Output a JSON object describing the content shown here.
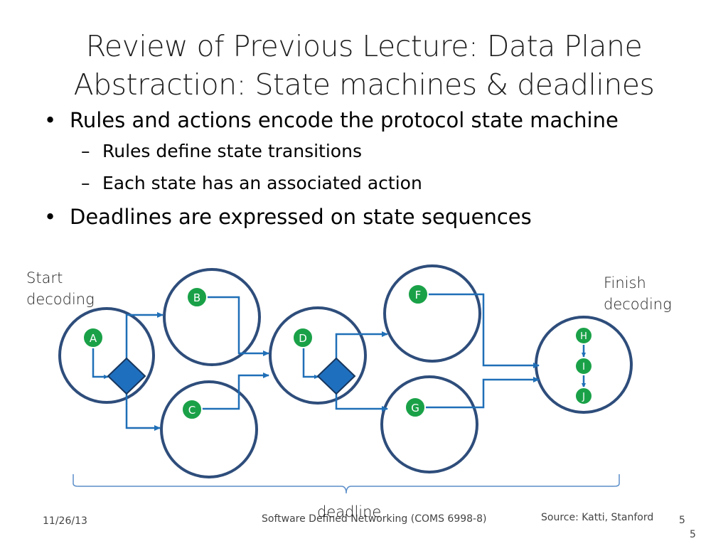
{
  "slide": {
    "title_line1": "Review of Previous Lecture: Data Plane",
    "title_line2": "Abstraction: State machines & deadlines",
    "bullets": [
      {
        "text": "Rules and actions encode the protocol state machine",
        "level": 1,
        "marker": "•"
      },
      {
        "text": "Rules define state transitions",
        "level": 2,
        "marker": "–"
      },
      {
        "text": "Each state has an associated action",
        "level": 2,
        "marker": "–"
      },
      {
        "text": "Deadlines are expressed on state sequences",
        "level": 1,
        "marker": "•"
      }
    ]
  },
  "diagram": {
    "start_label_line1": "Start",
    "start_label_line2": "decoding",
    "finish_label_line1": "Finish",
    "finish_label_line2": "decoding",
    "deadline_label": "deadline",
    "nodes": [
      "A",
      "B",
      "C",
      "D",
      "F",
      "G",
      "H",
      "I",
      "J"
    ],
    "colors": {
      "circle_stroke": "#2e4d7b",
      "arrow": "#1f6fb7",
      "node_fill": "#1aa148",
      "diamond_fill": "#1f6fbf",
      "brace": "#5b8ec9"
    }
  },
  "footer": {
    "date": "11/26/13",
    "course": "Software Defined Networking (COMS 6998-8)",
    "source": "Source: Katti, Stanford",
    "page_number": "5",
    "page_number_corner": "5"
  }
}
